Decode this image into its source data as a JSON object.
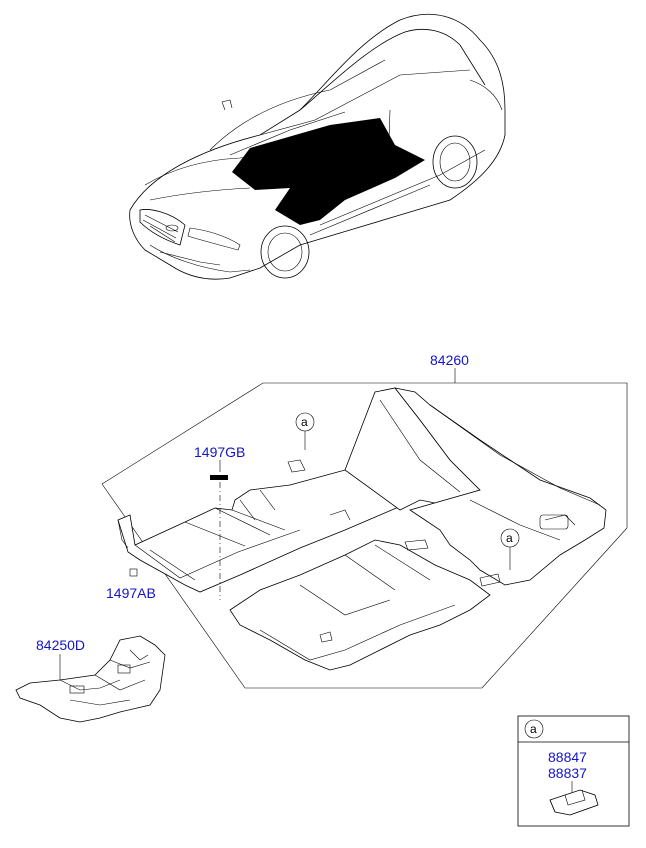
{
  "parts": {
    "carpet_assembly": "84260",
    "front_insulator": "84250D",
    "plug_top": "1497GB",
    "plug_bottom": "1497AB"
  },
  "callouts": {
    "marker": "a"
  },
  "detail_box": {
    "header": "a",
    "part_1": "88847",
    "part_2": "88837"
  },
  "colors": {
    "label": "#1414c8",
    "line": "#000000",
    "highlight": "#000000"
  }
}
